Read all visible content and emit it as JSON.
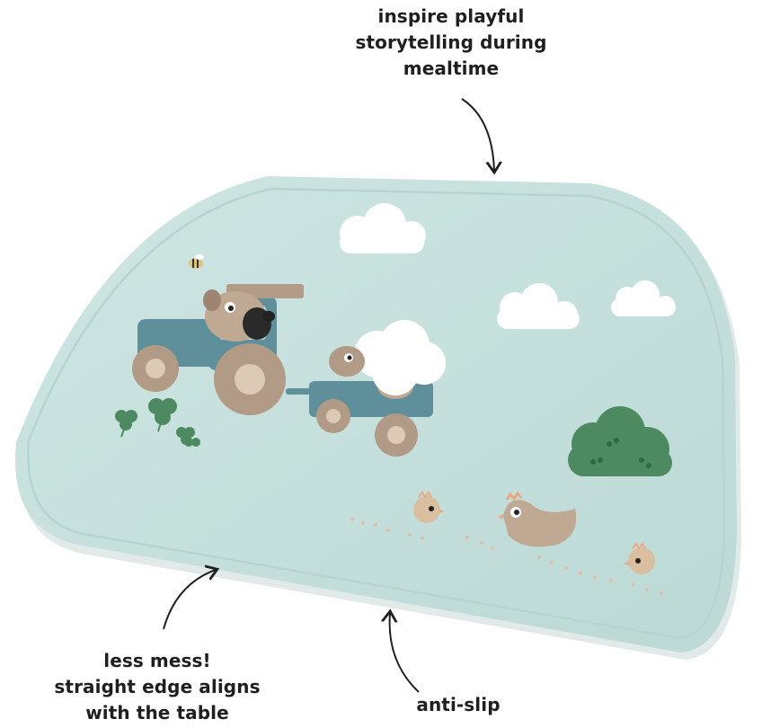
{
  "captions": {
    "top": {
      "lines": [
        "inspire playful",
        "storytelling during",
        "mealtime"
      ]
    },
    "left": {
      "lines": [
        "less mess!",
        "straight edge aligns",
        "with the table"
      ]
    },
    "right": {
      "lines": [
        "anti-slip"
      ]
    }
  },
  "product": {
    "type": "silicone placemat",
    "mat_color": "#c7e1de",
    "illustrations": [
      "bee-icon",
      "tractor-icon",
      "dog-icon",
      "sheep-icon",
      "cloud-icon",
      "clover-icon",
      "bush-icon",
      "hen-icon",
      "chick-icon",
      "footprints-icon"
    ]
  },
  "colors": {
    "text": "#1f1f1f",
    "arrow": "#1f1f1f",
    "mat": "#c7e1de",
    "tractor_blue": "#5e8f9a",
    "wheel_beige": "#b19a86",
    "bush_green": "#4d8a62"
  }
}
